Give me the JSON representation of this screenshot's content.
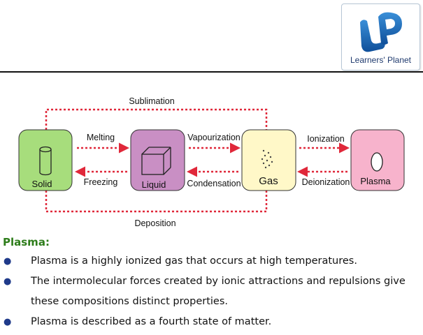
{
  "logo": {
    "mark": "LP",
    "text": "Learners' Planet"
  },
  "diagram": {
    "states": [
      {
        "id": "solid",
        "label": "Solid",
        "color": "#a7dd7c",
        "icon": "cylinder-icon"
      },
      {
        "id": "liquid",
        "label": "Liquid",
        "color": "#c98fc4",
        "icon": "cube-icon"
      },
      {
        "id": "gas",
        "label": "Gas",
        "color": "#fff8c8",
        "icon": "particles-icon"
      },
      {
        "id": "plasma",
        "label": "Plasma",
        "color": "#f7b3cc",
        "icon": "oval-icon"
      }
    ],
    "processes": {
      "sublimation": "Sublimation",
      "melting": "Melting",
      "freezing": "Freezing",
      "vapourization": "Vapourization",
      "condensation": "Condensation",
      "ionization": "Ionization",
      "deionization": "Deionization",
      "deposition": "Deposition"
    },
    "arrow_color": "#e0283a"
  },
  "section": {
    "title": "Plasma:",
    "bullets": [
      "Plasma is a highly ionized gas that occurs at high temperatures.",
      "The intermolecular forces created by ionic attractions and repulsions give these compositions distinct properties.",
      "Plasma is described as a fourth state of matter."
    ]
  }
}
